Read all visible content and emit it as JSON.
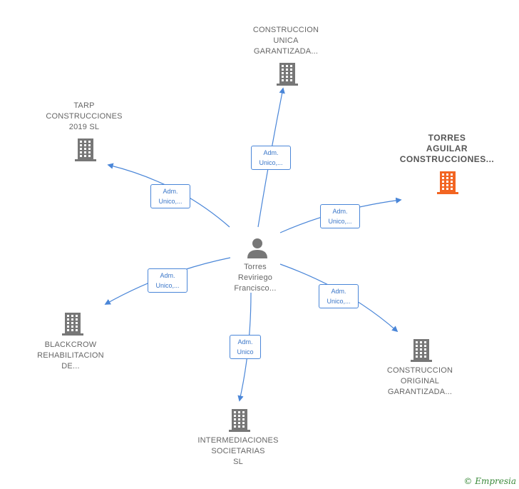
{
  "center": {
    "name": "Torres\nReviriego\nFrancisco...",
    "icon": "person-icon"
  },
  "colors": {
    "edge": "#4a86d8",
    "building": "#777777",
    "building_highlight": "#f26522"
  },
  "nodes": [
    {
      "id": "construccion-unica",
      "label": "CONSTRUCCION\nUNICA\nGARANTIZADA...",
      "icon": "building-icon",
      "highlight": false,
      "edge_label": "Adm.\nUnico,..."
    },
    {
      "id": "tarp",
      "label": "TARP\nCONSTRUCCIONES\n2019  SL",
      "icon": "building-icon",
      "highlight": false,
      "edge_label": "Adm.\nUnico,..."
    },
    {
      "id": "torres-aguilar",
      "label": "TORRES\nAGUILAR\nCONSTRUCCIONES...",
      "icon": "building-icon",
      "highlight": true,
      "edge_label": "Adm.\nUnico,..."
    },
    {
      "id": "blackcrow",
      "label": "BLACKCROW\nREHABILITACION\nDE...",
      "icon": "building-icon",
      "highlight": false,
      "edge_label": "Adm.\nUnico,..."
    },
    {
      "id": "construccion-original",
      "label": "CONSTRUCCION\nORIGINAL\nGARANTIZADA...",
      "icon": "building-icon",
      "highlight": false,
      "edge_label": "Adm.\nUnico,..."
    },
    {
      "id": "intermediaciones",
      "label": "INTERMEDIACIONES\nSOCIETARIAS\nSL",
      "icon": "building-icon",
      "highlight": false,
      "edge_label": "Adm.\nUnico"
    }
  ],
  "brand": {
    "copyright": "©",
    "name": "Empresia"
  }
}
